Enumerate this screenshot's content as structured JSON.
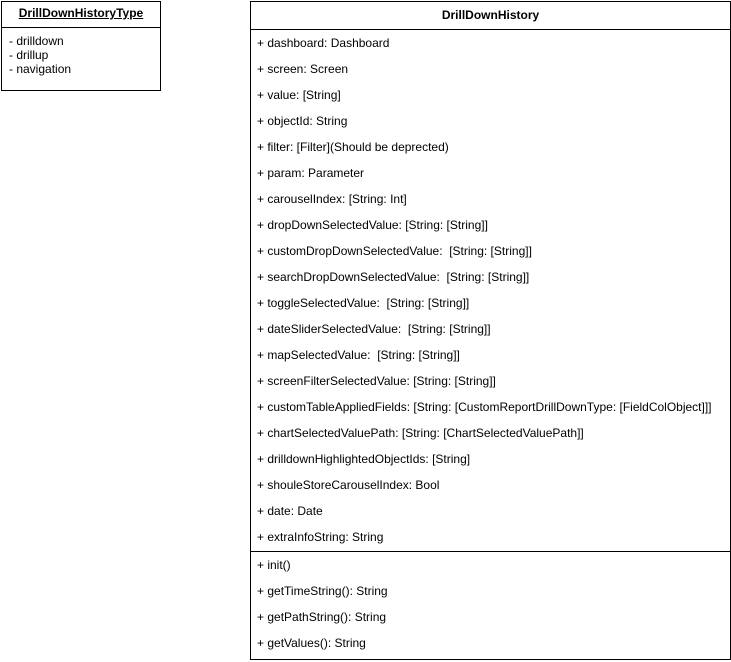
{
  "enum_box": {
    "title": "DrillDownHistoryType",
    "items": [
      "- drilldown",
      "- drillup",
      "- navigation"
    ]
  },
  "class_box": {
    "title": "DrillDownHistory",
    "attributes": [
      "+ dashboard: Dashboard",
      "+ screen: Screen",
      "+ value: [String]",
      "+ objectId: String",
      "+ filter: [Filter](Should be deprected)",
      "+ param: Parameter",
      "+ carouselIndex: [String: Int]",
      "+ dropDownSelectedValue: [String: [String]]",
      "+ customDropDownSelectedValue:  [String: [String]]",
      "+ searchDropDownSelectedValue:  [String: [String]]",
      "+ toggleSelectedValue:  [String: [String]]",
      "+ dateSliderSelectedValue:  [String: [String]]",
      "+ mapSelectedValue:  [String: [String]]",
      "+ screenFilterSelectedValue: [String: [String]]",
      "+ customTableAppliedFields: [String: [CustomReportDrillDownType: [FieldColObject]]]",
      "+ chartSelectedValuePath: [String: [ChartSelectedValuePath]]",
      "+ drilldownHighlightedObjectIds: [String]",
      "+ shouleStoreCarouselIndex: Bool",
      "+ date: Date",
      "+ extraInfoString: String"
    ],
    "methods": [
      "+ init()",
      "+ getTimeString(): String",
      "+ getPathString(): String",
      "+ getValues(): String"
    ]
  }
}
